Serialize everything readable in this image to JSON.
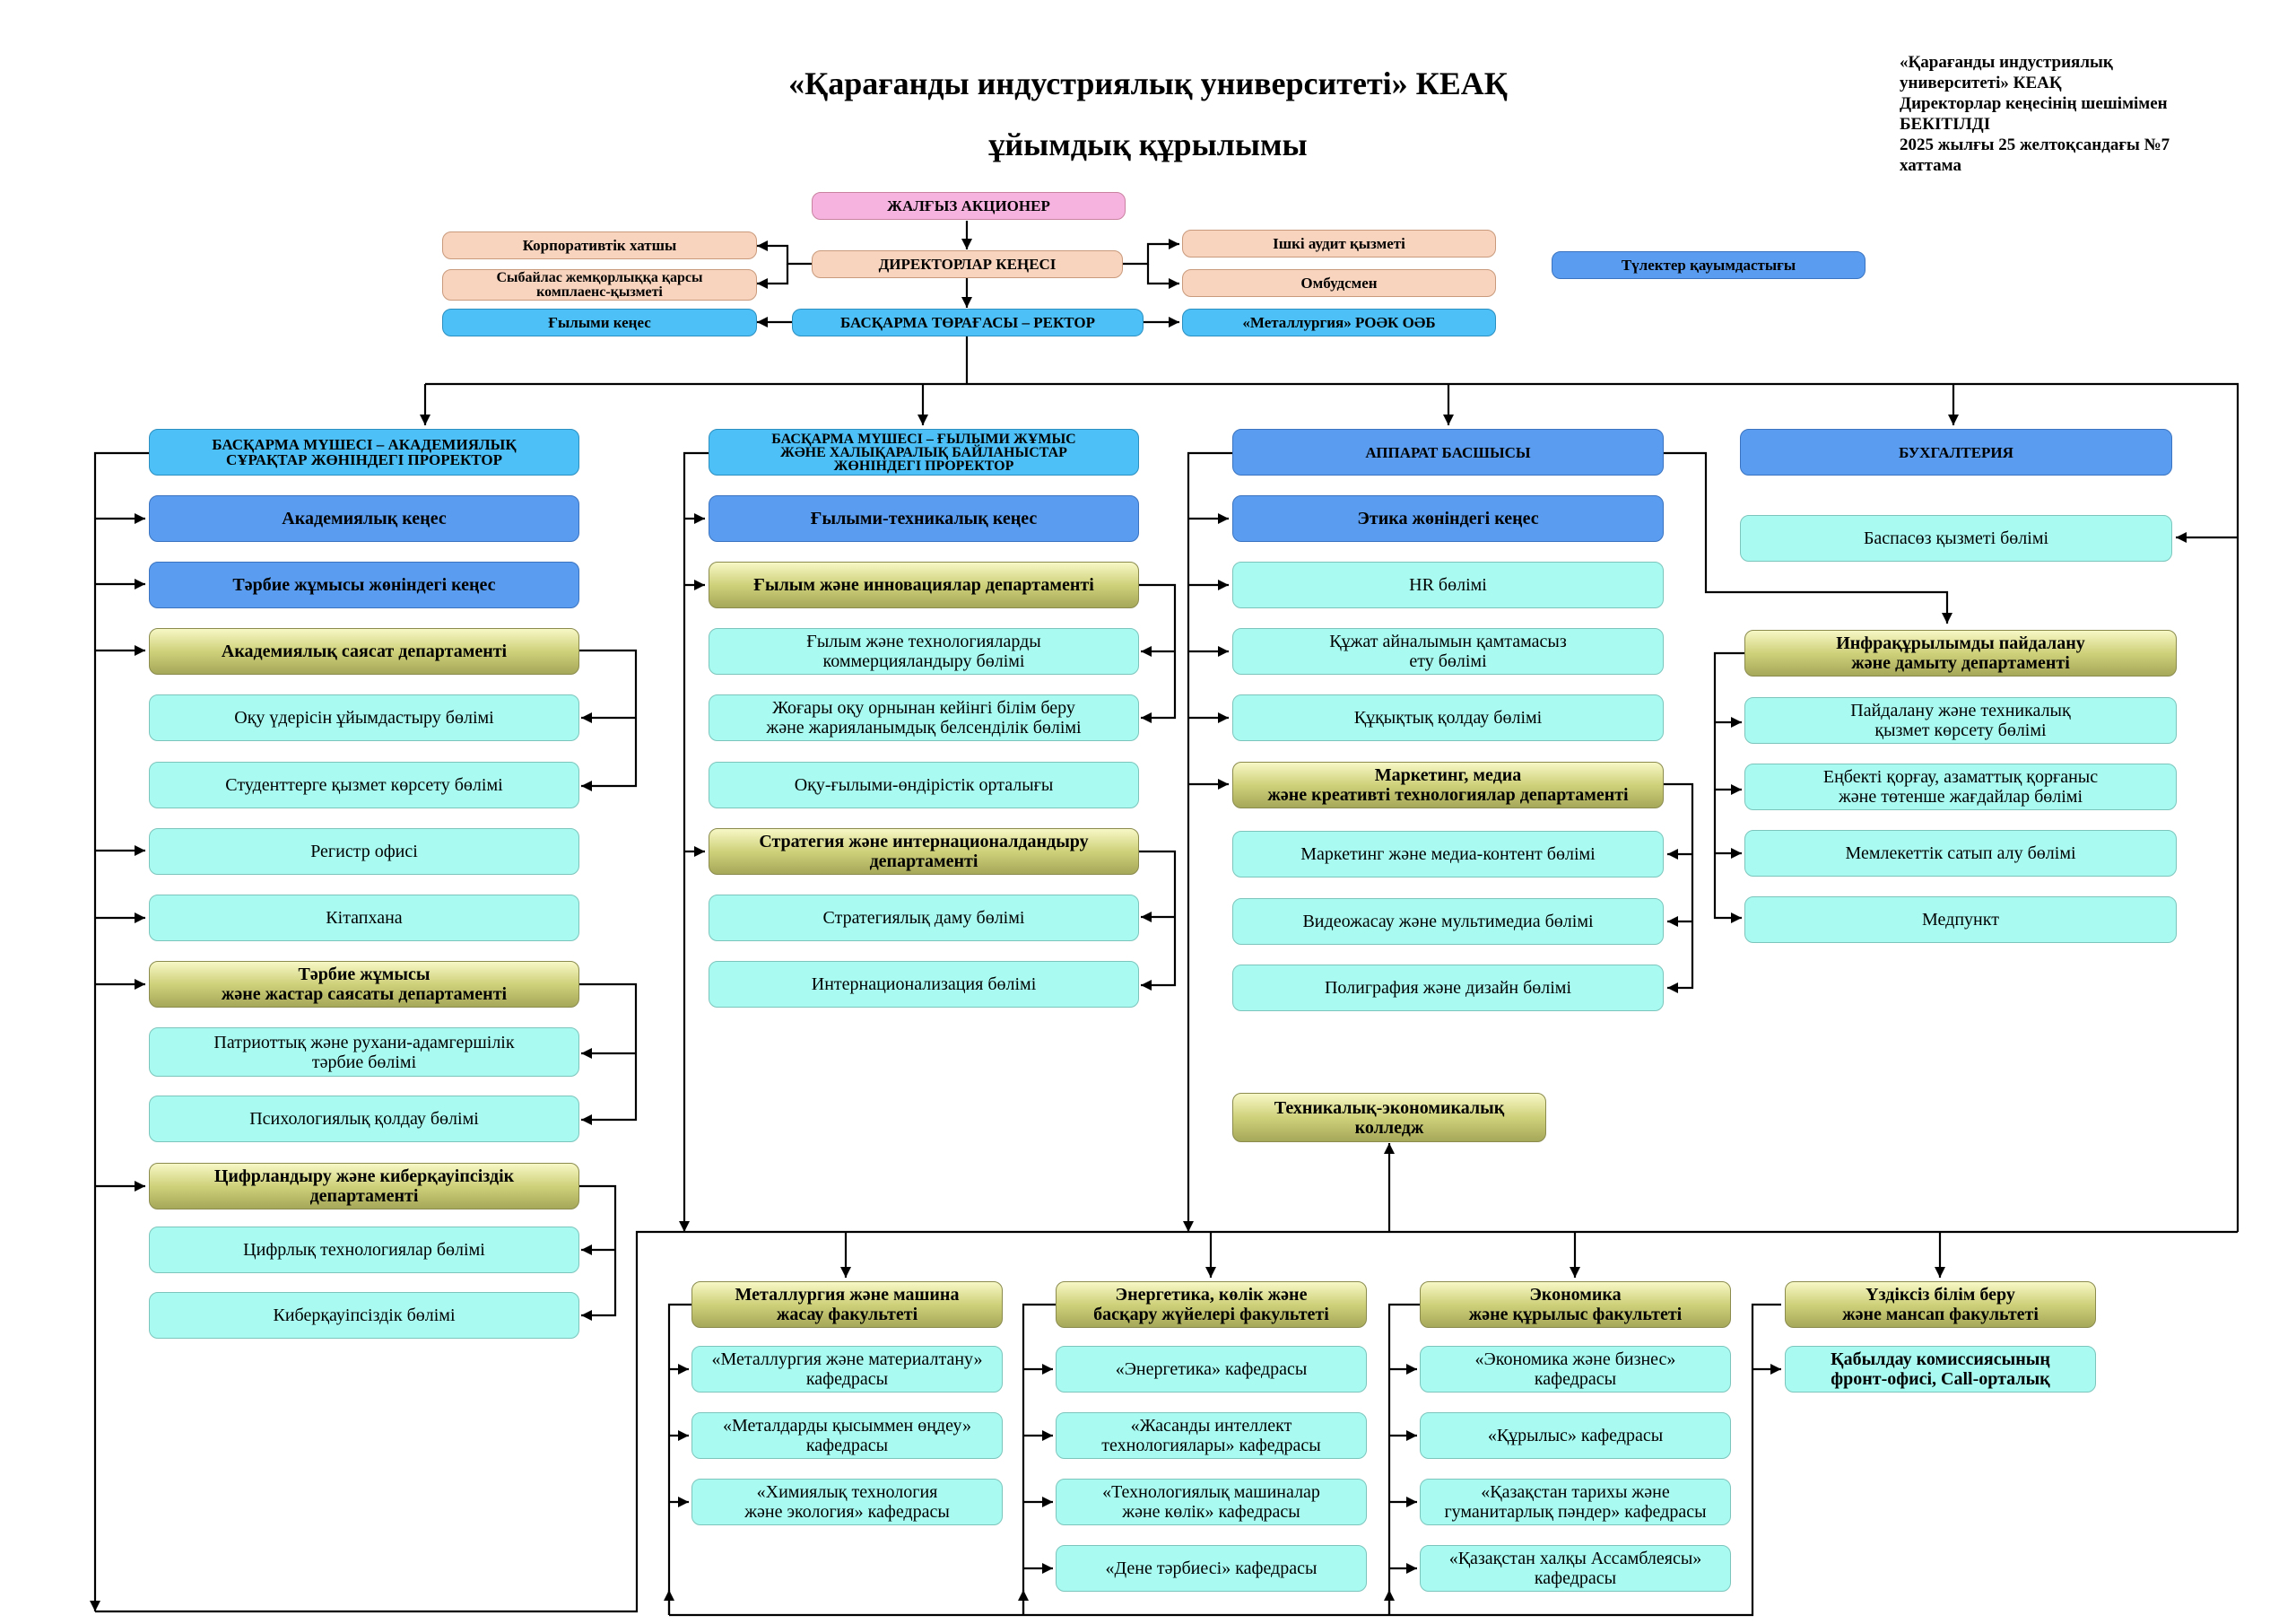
{
  "header": {
    "title_line1": "«Қарағанды индустриялық университеті» КЕАҚ",
    "title_line2": "ұйымдық құрылымы",
    "approval": "«Қарағанды индустриялық\nуниверситеті» КЕАҚ\nДиректорлар кеңесінің шешімімен\nБЕКІТІЛДІ\n2025 жылғы 25 желтоқсандағы №7\nхаттама"
  },
  "top": {
    "shareholder": "ЖАЛҒЫЗ АКЦИОНЕР",
    "board": "ДИРЕКТОРЛАР КЕҢЕСІ",
    "corp_secretary": "Корпоративтік хатшы",
    "compliance": "Сыбайлас жемқорлыққа қарсы\nкомплаенс-қызметі",
    "internal_audit": "Ішкі аудит қызметі",
    "ombudsman": "Омбудсмен",
    "alumni": "Түлектер қауымдастығы",
    "rector": "БАСҚАРМА ТӨРАҒАСЫ – РЕКТОР",
    "science_council": "Ғылыми кеңес",
    "metallurgy_ndo": "«Металлургия» РОӘК ОӘБ"
  },
  "col1": {
    "head": "БАСҚАРМА МҮШЕСІ – АКАДЕМИЯЛЫҚ\nСҰРАҚТАР ЖӨНІНДЕГІ ПРОРЕКТОР",
    "academic_council": "Академиялық кеңес",
    "edu_council": "Тәрбие жұмысы жөніндегі кеңес",
    "dept1": "Академиялық саясат департаменті",
    "dept1_items": [
      "Оқу үдерісін ұйымдастыру бөлімі",
      "Студенттерге қызмет көрсету бөлімі"
    ],
    "registrar": "Регистр офисі",
    "library": "Кітапхана",
    "dept2": "Тәрбие жұмысы\nжәне жастар саясаты департаменті",
    "dept2_items": [
      "Патриоттық және рухани-адамгершілік\nтәрбие бөлімі",
      "Психологиялық қолдау бөлімі"
    ],
    "dept3": "Цифрландыру және киберқауіпсіздік\nдепартаменті",
    "dept3_items": [
      "Цифрлық технологиялар бөлімі",
      "Киберқауіпсіздік бөлімі"
    ]
  },
  "col2": {
    "head": "БАСҚАРМА МҮШЕСІ – ҒЫЛЫМИ ЖҰМЫС\nЖӘНЕ ХАЛЫҚАРАЛЫҚ БАЙЛАНЫСТАР\nЖӨНІНДЕГІ ПРОРЕКТОР",
    "council": "Ғылыми-техникалық кеңес",
    "dept1": "Ғылым және инновациялар департаменті",
    "dept1_items": [
      "Ғылым және технологияларды\nкоммерцияландыру бөлімі",
      "Жоғары оқу орнынан кейінгі білім беру\nжәне жарияланымдық белсенділік бөлімі",
      "Оқу-ғылыми-өндірістік орталығы"
    ],
    "dept2": "Стратегия және интернационалдандыру\nдепартаменті",
    "dept2_items": [
      "Стратегиялық даму бөлімі",
      "Интернационализация бөлімі"
    ]
  },
  "col3": {
    "head": "АППАРАТ БАСШЫСЫ",
    "ethics": "Этика жөніндегі кеңес",
    "hr": "HR бөлімі",
    "docs": "Құжат айналымын қамтамасыз\nету бөлімі",
    "legal": "Құқықтық қолдау бөлімі",
    "dept": "Маркетинг, медиа\nжәне креативті технологиялар департаменті",
    "dept_items": [
      "Маркетинг және медиа-контент бөлімі",
      "Видеожасау және мультимедиа бөлімі",
      "Полиграфия және дизайн бөлімі"
    ],
    "college": "Техникалық-экономикалық\nколледж"
  },
  "col4": {
    "head": "БУХГАЛТЕРИЯ",
    "press": "Баспасөз қызметі бөлімі",
    "dept": "Инфрақұрылымды пайдалану\nжәне дамыту департаменті",
    "dept_items": [
      "Пайдалану және техникалық\nқызмет көрсету бөлімі",
      "Еңбекті қорғау, азаматтық қорғаныс\nжәне төтенше жағдайлар бөлімі",
      "Мемлекеттік сатып алу бөлімі",
      "Медпункт"
    ]
  },
  "faculties": [
    {
      "name": "Металлургия және машина\nжасау факультеті",
      "items": [
        "«Металлургия және материалтану»\nкафедрасы",
        "«Металдарды қысыммен өңдеу»\nкафедрасы",
        "«Химиялық технология\nжәне экология» кафедрасы"
      ]
    },
    {
      "name": "Энергетика, көлік және\nбасқару жүйелері факультеті",
      "items": [
        "«Энергетика» кафедрасы",
        "«Жасанды интеллект\nтехнологиялары» кафедрасы",
        "«Технологиялық машиналар\nжәне көлік» кафедрасы",
        "«Дене тәрбиесі» кафедрасы"
      ]
    },
    {
      "name": "Экономика\nжәне құрылыс факультеті",
      "items": [
        "«Экономика және бизнес»\nкафедрасы",
        "«Құрылыс» кафедрасы",
        "«Қазақстан тарихы және\nгуманитарлық пәндер» кафедрасы",
        "«Қазақстан халқы Ассамблеясы»\nкафедрасы"
      ]
    },
    {
      "name": "Үздіксіз білім беру\nжәне мансап факультеті",
      "items": [
        "Қабылдау комиссиясының\nфронт-офисі, Call-орталық"
      ]
    }
  ],
  "colors": {
    "shareholder": "#f7b3e0",
    "peach": "#f8d3bd",
    "sky": "#4cc0f7",
    "blue": "#5a9df0",
    "mint": "#a9fbf2",
    "olive": "#cfd17a"
  }
}
